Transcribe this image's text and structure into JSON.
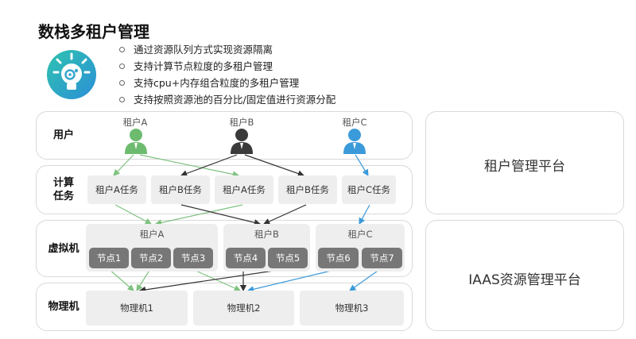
{
  "title": "数栈多租户管理",
  "logo_icon": "lightbulb-gear-icon",
  "bullets": [
    "通过资源队列方式实现资源隔离",
    "支持计算节点粒度的多租户管理",
    "支持cpu+内存组合粒度的多租户管理",
    "支持按照资源池的百分比/固定值进行资源分配"
  ],
  "rows": {
    "user": "用户",
    "task_line1": "计算",
    "task_line2": "任务",
    "vm": "虚拟机",
    "physical": "物理机"
  },
  "tenants": [
    {
      "name": "租户A",
      "color": "#6dbb6f"
    },
    {
      "name": "租户B",
      "color": "#3a3a3a"
    },
    {
      "name": "租户C",
      "color": "#3b9ad9"
    }
  ],
  "tasks": [
    "租户A任务",
    "租户B任务",
    "租户A任务",
    "租户B任务",
    "租户C任务"
  ],
  "vm_groups": [
    {
      "label": "租户A",
      "nodes": [
        "节点1",
        "节点2",
        "节点3"
      ]
    },
    {
      "label": "租户B",
      "nodes": [
        "节点4",
        "节点5"
      ]
    },
    {
      "label": "租户C",
      "nodes": [
        "节点6",
        "节点7"
      ]
    }
  ],
  "machines": [
    "物理机1",
    "物理机2",
    "物理机3"
  ],
  "platforms": {
    "tenant_platform": "租户管理平台",
    "iaas_platform": "IAAS资源管理平台"
  },
  "colors": {
    "green": "#7ec27f",
    "dark": "#333333",
    "blue": "#3b9ad9",
    "panel_border": "#d9d9d9",
    "node": "#777777"
  }
}
